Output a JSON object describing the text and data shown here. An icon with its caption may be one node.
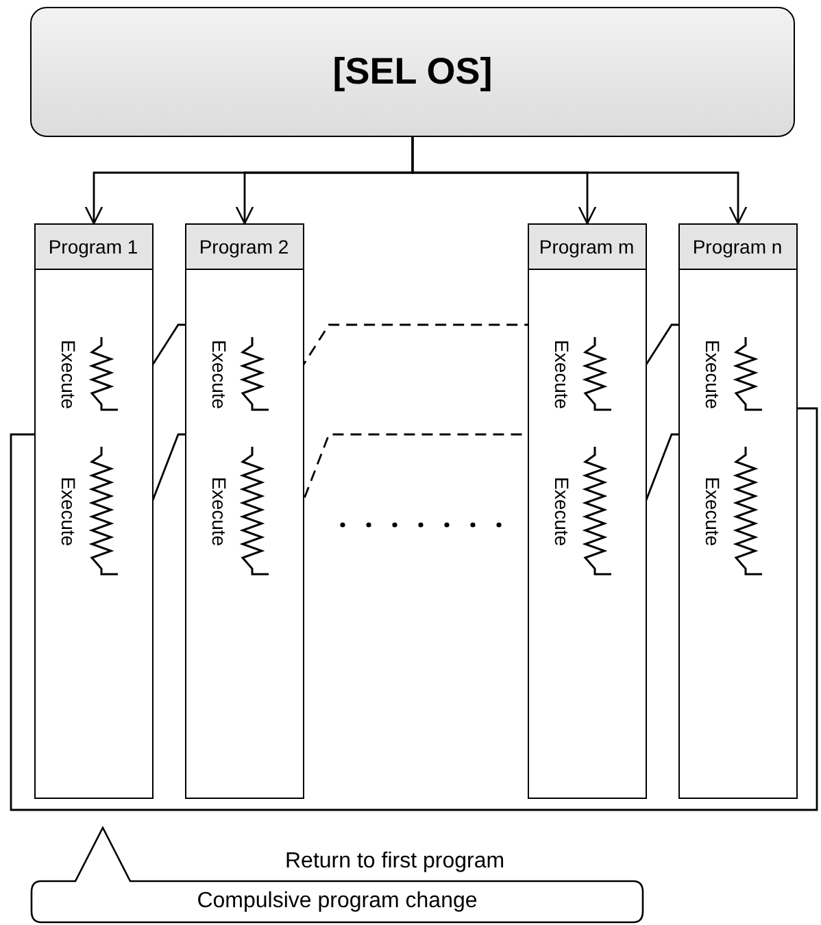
{
  "diagram": {
    "nodes": [
      {
        "text": [
          "[SEL OS]"
        ]
      },
      {
        "text": [
          "Program 1"
        ]
      },
      {
        "text": [
          "Program 2"
        ]
      },
      {
        "text": [
          "Program m"
        ]
      },
      {
        "text": [
          "Program n"
        ]
      },
      {
        "text": [
          "Execute"
        ],
        "in": 1
      },
      {
        "text": [
          "Execute"
        ],
        "in": 1
      },
      {
        "text": [
          "Execute"
        ],
        "in": 2
      },
      {
        "text": [
          "Execute"
        ],
        "in": 2
      },
      {
        "text": [
          "Execute"
        ],
        "in": 3
      },
      {
        "text": [
          "Execute"
        ],
        "in": 3
      },
      {
        "text": [
          "Execute"
        ],
        "in": 4
      },
      {
        "text": [
          "Execute"
        ],
        "in": 4
      },
      {
        "text": [
          "Compulsive program change"
        ]
      }
    ],
    "edges": [
      {
        "from": 0,
        "to": 1,
        "arrow": "to"
      },
      {
        "from": 0,
        "to": 2,
        "arrow": "to"
      },
      {
        "from": 0,
        "to": 3,
        "arrow": "to"
      },
      {
        "from": 0,
        "to": 4,
        "arrow": "to"
      },
      {
        "from": 5,
        "to": 7,
        "arrow": "none"
      },
      {
        "from": 7,
        "to": 9,
        "arrow": "none",
        "style": "dashed"
      },
      {
        "from": 9,
        "to": 11,
        "arrow": "none"
      },
      {
        "from": 11,
        "to": 6,
        "arrow": "none",
        "label": "Return to first program"
      },
      {
        "from": 6,
        "to": 8,
        "arrow": "none"
      },
      {
        "from": 8,
        "to": 10,
        "arrow": "none",
        "style": "dashed"
      },
      {
        "from": 10,
        "to": 12,
        "arrow": "none"
      }
    ]
  }
}
